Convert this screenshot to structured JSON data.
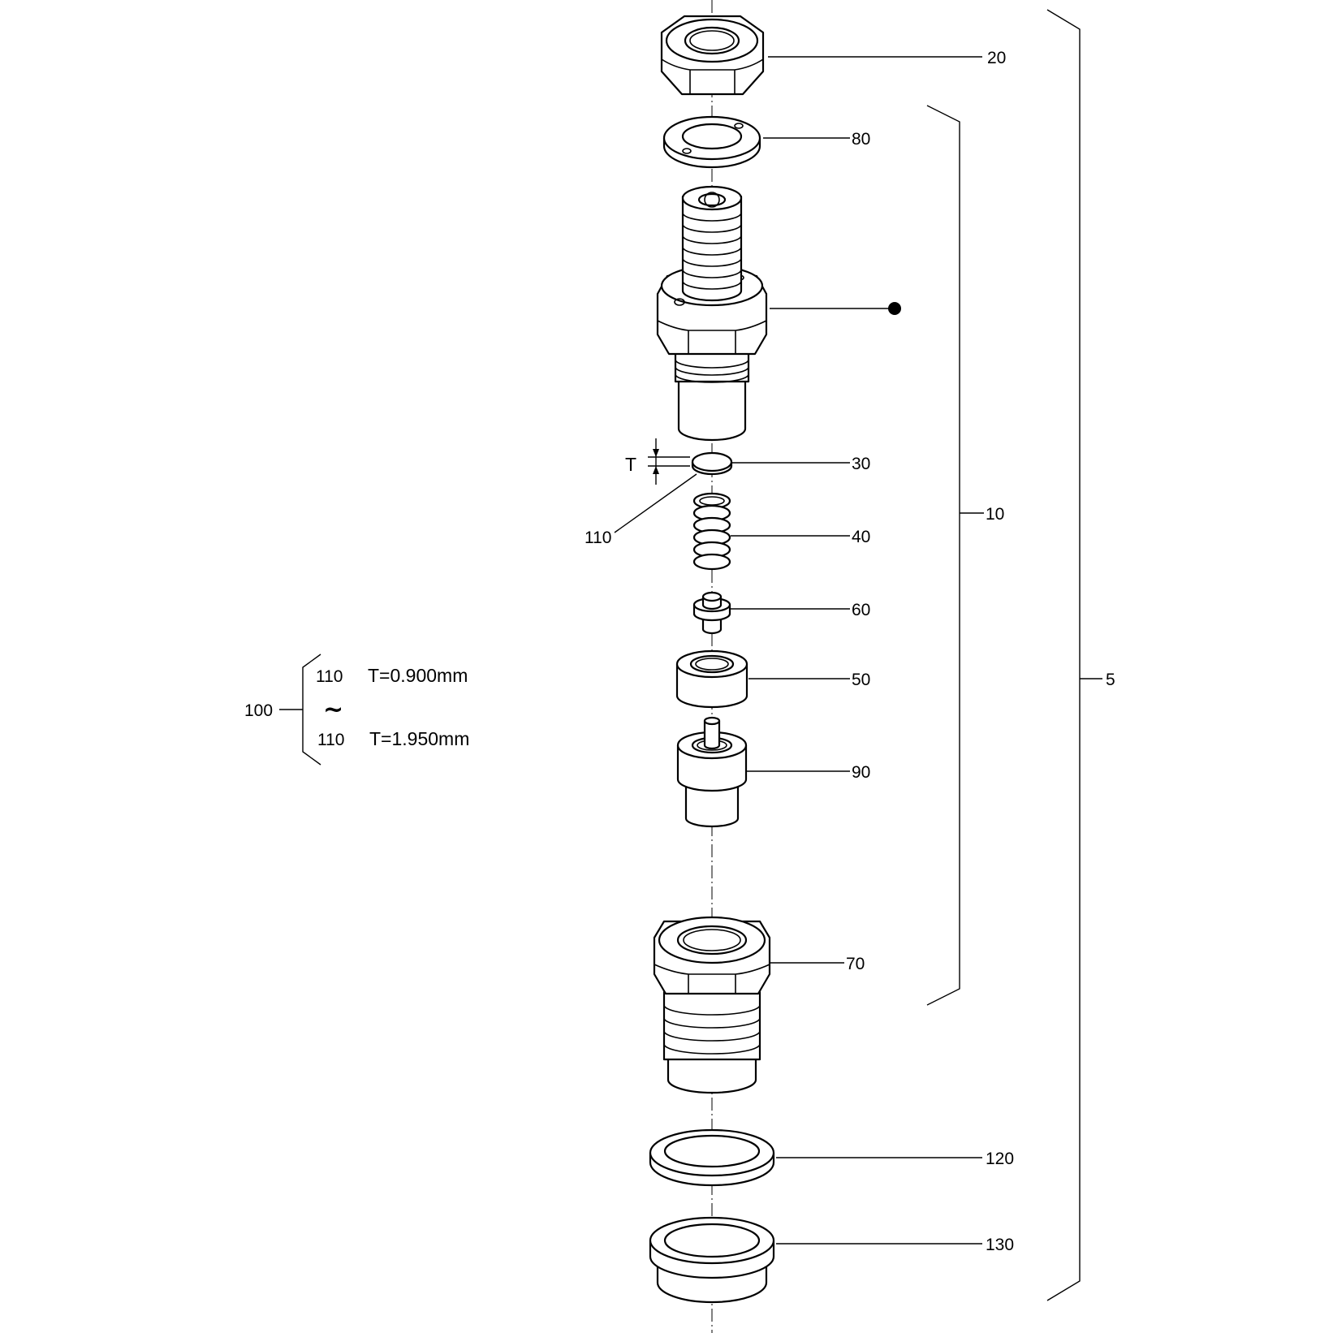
{
  "callouts": {
    "c20": "20",
    "c80": "80",
    "c30": "30",
    "c40": "40",
    "c60": "60",
    "c50": "50",
    "c90": "90",
    "c70": "70",
    "c120": "120",
    "c130": "130",
    "c110": "110",
    "c10": "10",
    "c5": "5",
    "c100": "100"
  },
  "dimension": {
    "t_label": "T"
  },
  "range_note": {
    "row1_part": "110",
    "row1_value": "T=0.900mm",
    "separator": "~",
    "row2_part": "110",
    "row2_value": "T=1.950mm"
  },
  "colors": {
    "line": "#000000",
    "background": "#ffffff"
  }
}
